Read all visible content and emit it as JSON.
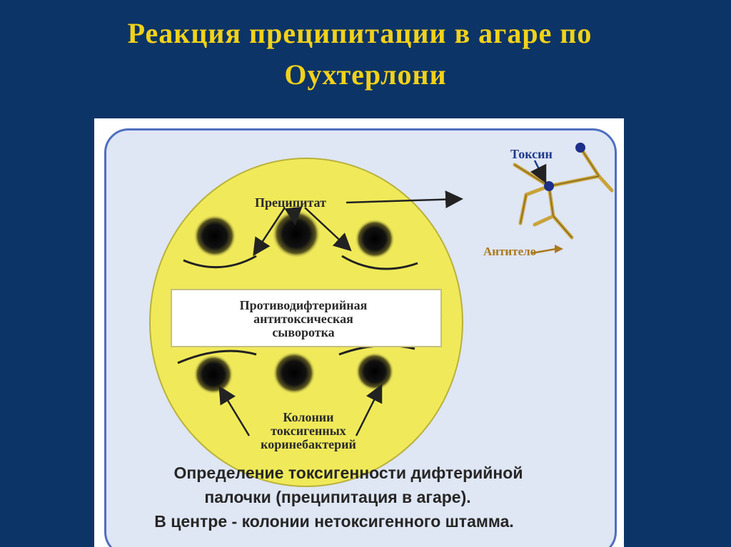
{
  "slide": {
    "title_line1": "Реакция преципитации в агаре по",
    "title_line2": "Оухтерлони"
  },
  "diagram": {
    "precipitate_label": "Преципитат",
    "serum_label_line1": "Противодифтерийная",
    "serum_label_line2": "антитоксическая",
    "serum_label_line3": "сыворотка",
    "colonies_label_line1": "Колонии",
    "colonies_label_line2": "токсигенных",
    "colonies_label_line3": "коринебактерий",
    "toxin_label": "Токсин",
    "antibody_label": "Антитело"
  },
  "caption": {
    "line1": "Определение токсигенности дифтерийной",
    "line2": "палочки (преципитация в агаре).",
    "line3": "В центре - колонии нетоксигенного штамма."
  },
  "colors": {
    "background": "#0d3466",
    "title": "#f2d21a",
    "dish": "#f0ea5a",
    "panel_border": "#4f6fc0",
    "toxin": "#1e2f8a",
    "antibody": "#c9a33a"
  }
}
